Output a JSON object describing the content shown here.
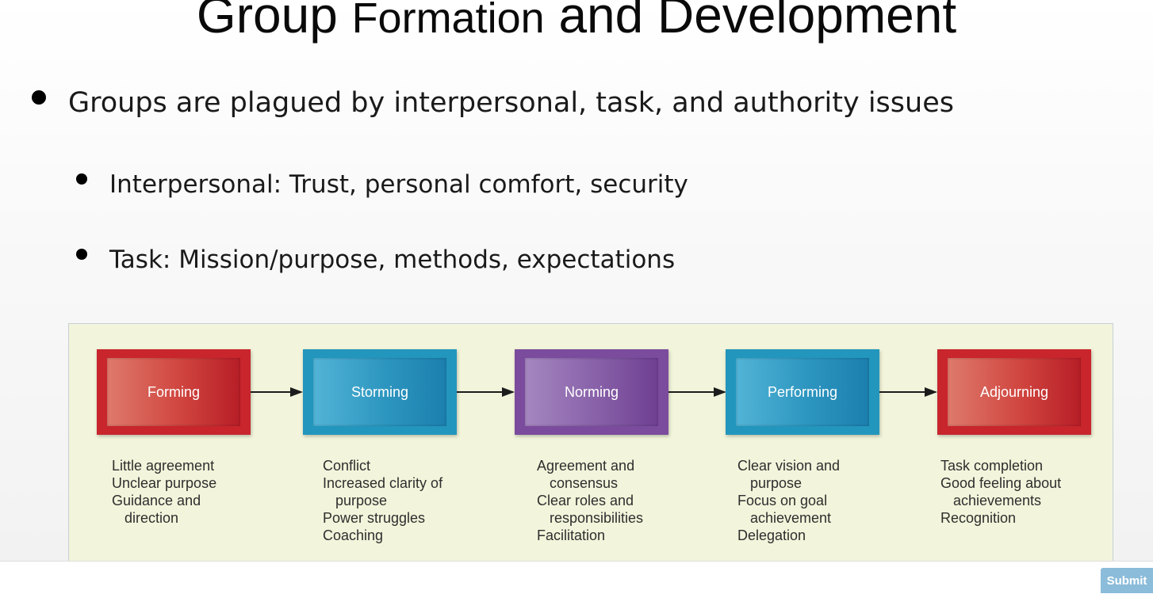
{
  "slide": {
    "title_part1": "Group ",
    "title_part2": "Formation",
    "title_part3": " and Development",
    "bullets": [
      "Groups are plagued by interpersonal, task, and authority issues"
    ],
    "sub_bullets": [
      "Interpersonal: Trust, personal comfort, security",
      "Task: Mission/purpose, methods, expectations"
    ]
  },
  "diagram": {
    "stages": [
      {
        "label": "Forming",
        "color": "red",
        "items": [
          "Little agreement",
          "Unclear purpose",
          "Guidance and",
          "direction"
        ]
      },
      {
        "label": "Storming",
        "color": "blue",
        "items": [
          "Conflict",
          "Increased clarity of",
          "purpose",
          "Power struggles",
          "Coaching"
        ]
      },
      {
        "label": "Norming",
        "color": "purple",
        "items": [
          "Agreement and",
          "consensus",
          "Clear roles and",
          "responsibilities",
          "Facilitation"
        ]
      },
      {
        "label": "Performing",
        "color": "blue",
        "items": [
          "Clear vision and",
          "purpose",
          "Focus on goal",
          "achievement",
          "Delegation"
        ]
      },
      {
        "label": "Adjourning",
        "color": "red",
        "items": [
          "Task completion",
          "Good feeling about",
          "achievements",
          "Recognition"
        ]
      }
    ]
  },
  "footer": {
    "submit_label": "Submit"
  },
  "colors": {
    "red": "#c8252d",
    "blue": "#2296bd",
    "purple": "#7b4b9d",
    "diagram_background": "#f2f5db",
    "submit_button": "#8bbcd9"
  }
}
